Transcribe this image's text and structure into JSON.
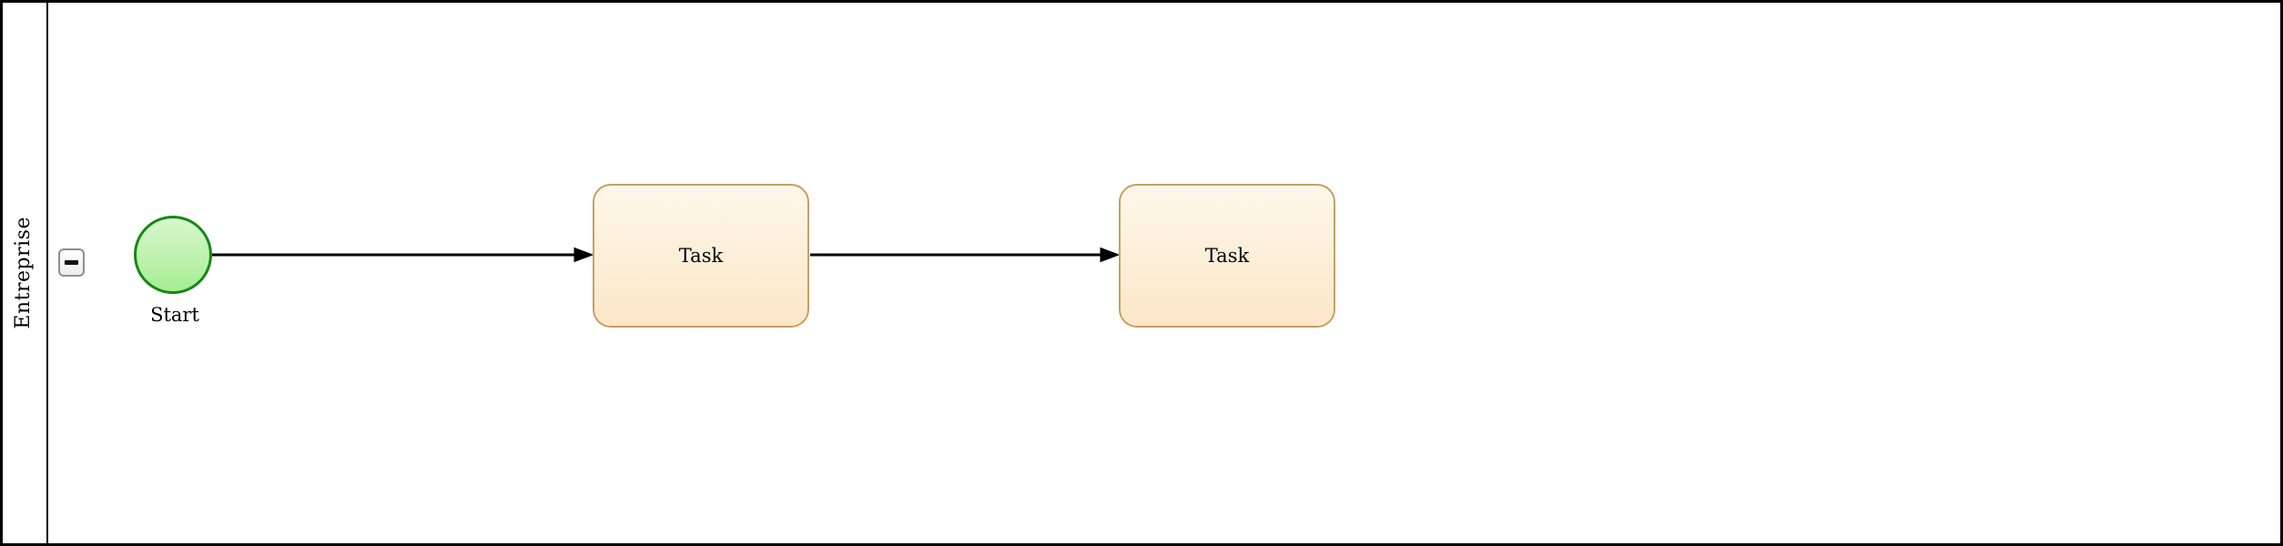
{
  "diagram": {
    "type": "bpmn-process",
    "pool": {
      "label": "Entreprise",
      "collapse_icon": "minus"
    },
    "nodes": [
      {
        "id": "start",
        "type": "start-event",
        "label": "Start"
      },
      {
        "id": "task-1",
        "type": "task",
        "label": "Task"
      },
      {
        "id": "task-2",
        "type": "task",
        "label": "Task"
      }
    ],
    "connections": [
      {
        "from": "start",
        "to": "task-1",
        "style": "solid-arrow"
      },
      {
        "from": "task-1",
        "to": "task-2",
        "style": "solid-arrow"
      }
    ],
    "colors": {
      "pool_border": "#000000",
      "arrow": "#000000",
      "event_border": "#168716",
      "event_fill_top": "#d9f7cc",
      "event_fill_bottom": "#a6ed92",
      "task_border": "#c79f63",
      "task_fill_top": "#fdf7ea",
      "task_fill_bottom": "#fce7c7"
    }
  }
}
